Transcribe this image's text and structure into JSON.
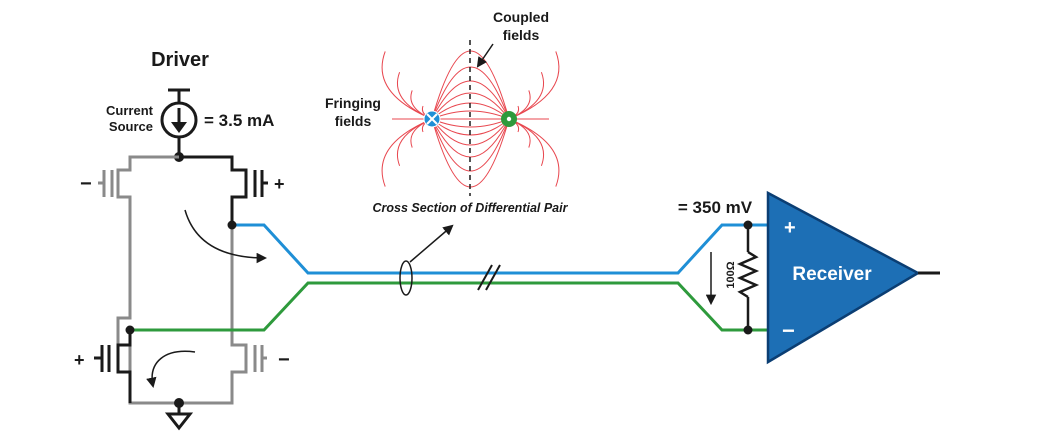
{
  "driver": {
    "title": "Driver",
    "current_source_line1": "Current",
    "current_source_line2": "Source",
    "current_value": "= 3.5 mA",
    "top_left_gate_sign": "−",
    "top_right_gate_sign": "+",
    "bottom_left_gate_sign": "+",
    "bottom_right_gate_sign": "−"
  },
  "cross_section": {
    "coupled_line1": "Coupled",
    "coupled_line2": "fields",
    "fringing_line1": "Fringing",
    "fringing_line2": "fields",
    "caption": "Cross Section of Differential Pair"
  },
  "receiver": {
    "voltage": "= 350 mV",
    "label": "Receiver",
    "plus": "+",
    "minus": "−",
    "resistor": "100Ω"
  },
  "colors": {
    "positive_line": "#1f8fd6",
    "negative_line": "#2e9a3c",
    "field_lines": "#e8474f",
    "receiver_fill": "#1d6fb5",
    "receiver_stroke": "#0b3e73",
    "transistor": "#8a8a8a",
    "wire": "#1a1a1a"
  },
  "icons": {
    "current_source": "current-source-icon",
    "ground": "ground-icon",
    "positive_conductor": "cross-dot-icon",
    "negative_conductor": "center-dot-icon",
    "resistor": "resistor-icon",
    "amplifier": "triangle-amplifier-icon"
  }
}
